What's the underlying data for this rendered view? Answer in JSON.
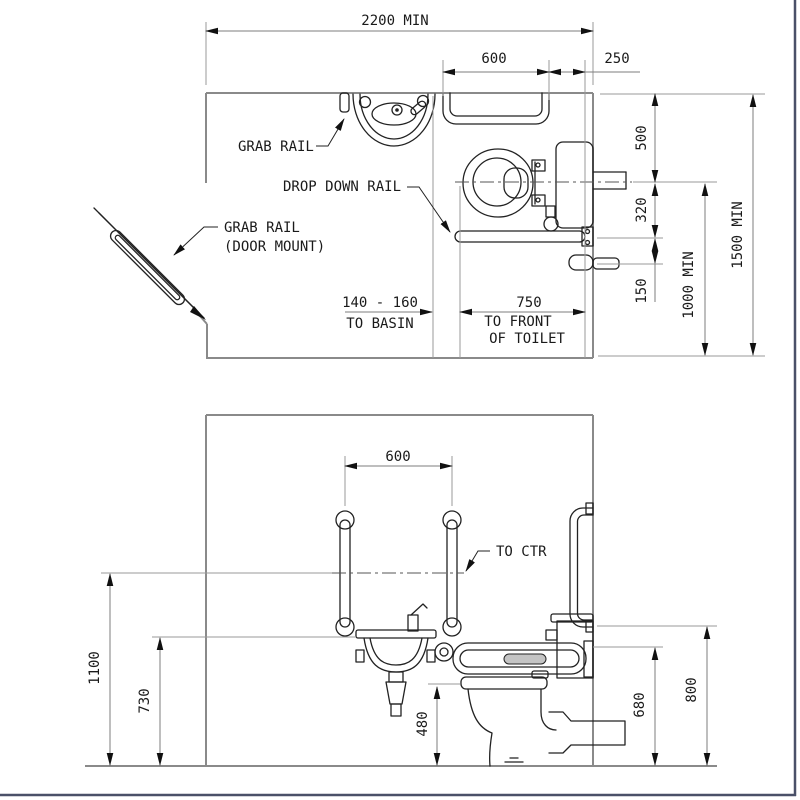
{
  "page": {
    "background": "#ffffff",
    "frame_color": "#4a5068"
  },
  "colors": {
    "wall": "#8a8a8a",
    "fixture": "#222222",
    "dimension": "#7d7d7d",
    "text": "#1a1a1a"
  },
  "plan_view": {
    "annotations": {
      "grab_rail": "GRAB RAIL",
      "drop_down_rail": "DROP DOWN RAIL",
      "door_rail_line1": "GRAB RAIL",
      "door_rail_line2": "(DOOR MOUNT)"
    },
    "dimensions": {
      "room_width": "2200 MIN",
      "rail_length": "600",
      "rail_to_wall": "250",
      "wall_to_toilet_cl": "500",
      "cl_to_drop_rail": "320",
      "drop_rail_to_fitting": "150",
      "transfer_space": "1000 MIN",
      "room_depth": "1500 MIN",
      "basin_gap": "140 - 160",
      "basin_gap_note": "TO BASIN",
      "toilet_front": "750",
      "toilet_front_note1": "TO FRONT",
      "toilet_front_note2": "OF TOILET"
    }
  },
  "elevation_view": {
    "annotations": {
      "to_ctr": "TO CTR"
    },
    "dimensions": {
      "rail_centres": "600",
      "rail_centre_height": "1100",
      "basin_height": "730",
      "seat_height": "480",
      "drop_rail_height": "680",
      "side_rail_height": "800"
    }
  }
}
